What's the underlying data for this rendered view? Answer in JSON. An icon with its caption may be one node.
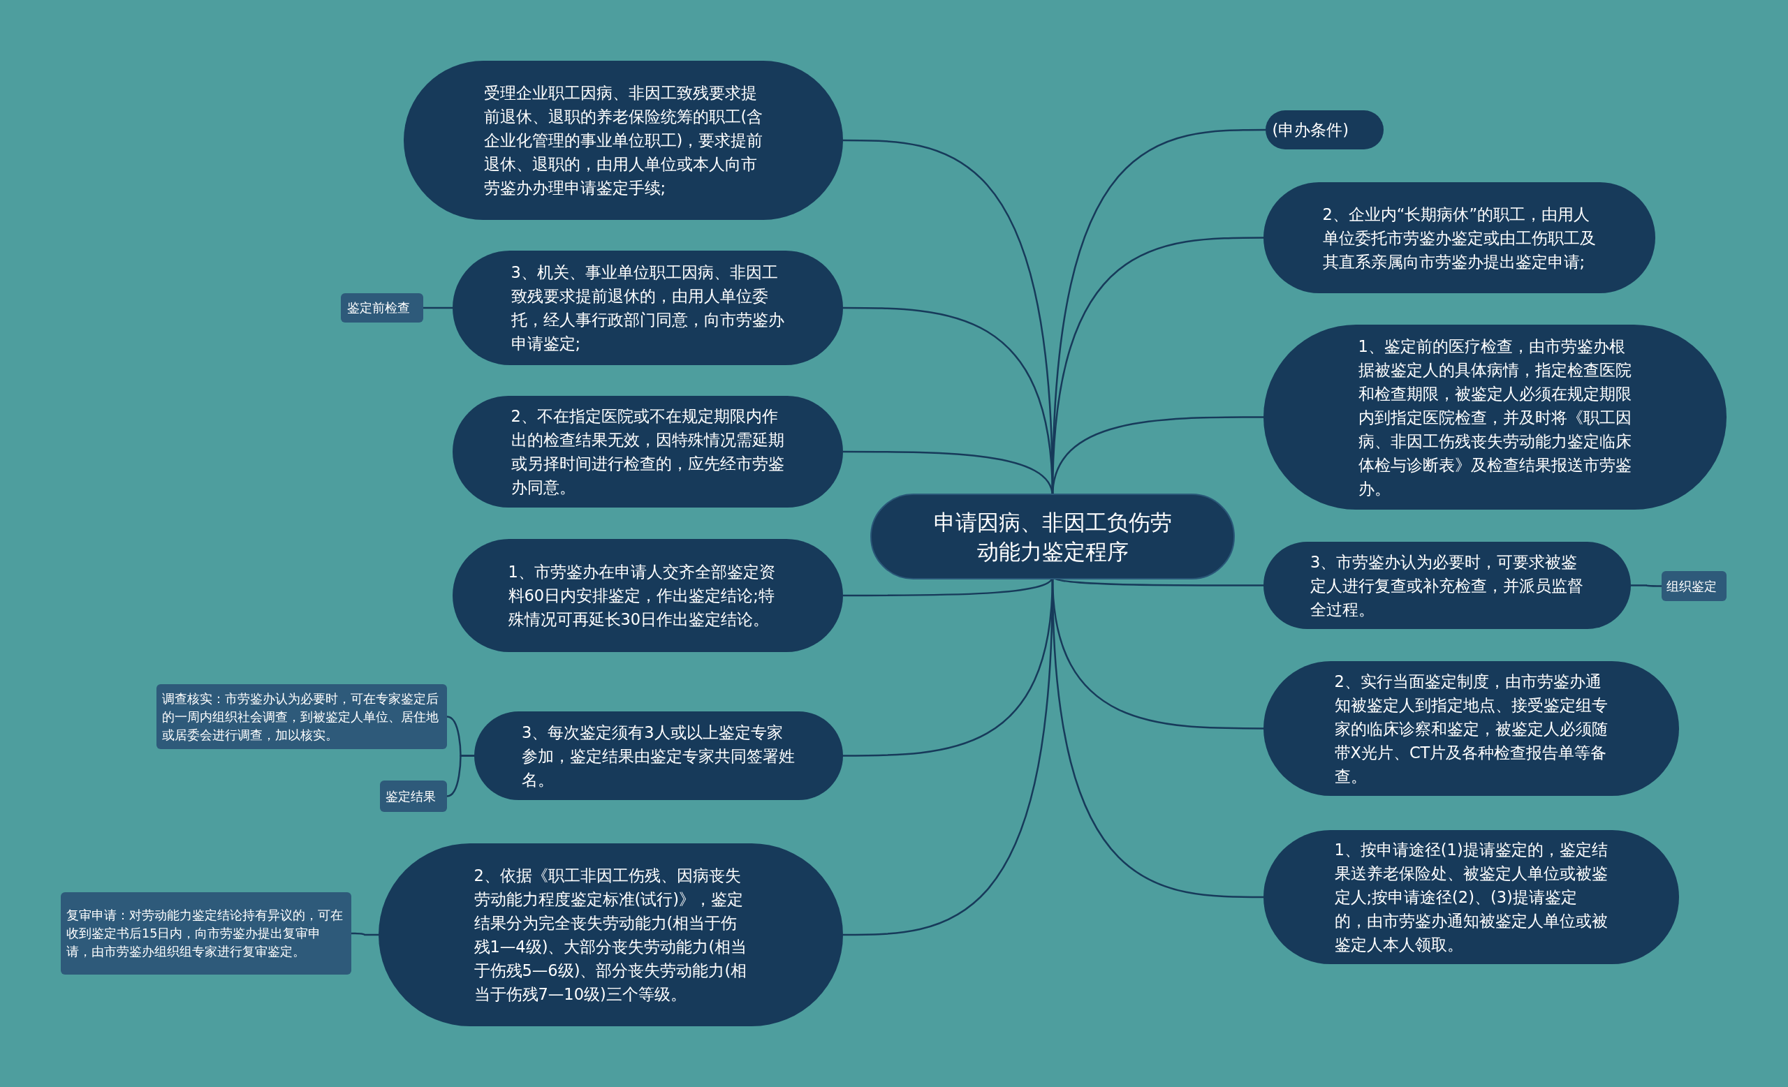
{
  "diagram": {
    "nodes": [
      {
        "text": [
          "申请因病、非因工负伤劳动能力鉴定程序"
        ]
      },
      {
        "text": [
          "受理企业职工因病、非因工致残要求提前退休、退职的养老保险统筹的职工(含企业化管理的事业单位职工)，要求提前退休、退职的，由用人单位或本人向市劳鉴办办理申请鉴定手续;"
        ]
      },
      {
        "text": [
          "3、机关、事业单位职工因病、非因工致残要求提前退休的，由用人单位委托，经人事行政部门同意，向市劳鉴办申请鉴定;"
        ]
      },
      {
        "text": [
          "鉴定前检查"
        ]
      },
      {
        "text": [
          "2、不在指定医院或不在规定期限内作出的检查结果无效，因特殊情况需延期或另择时间进行检查的，应先经市劳鉴办同意。"
        ]
      },
      {
        "text": [
          "1、市劳鉴办在申请人交齐全部鉴定资料60日内安排鉴定，作出鉴定结论;特殊情况可再延长30日作出鉴定结论。"
        ]
      },
      {
        "text": [
          "3、每次鉴定须有3人或以上鉴定专家参加，鉴定结果由鉴定专家共同签署姓名。"
        ]
      },
      {
        "text": [
          "调查核实：市劳鉴办认为必要时，可在专家鉴定后的一周内组织社会调查，到被鉴定人单位、居住地或居委会进行调查，加以核实。"
        ]
      },
      {
        "text": [
          "鉴定结果"
        ]
      },
      {
        "text": [
          "2、依据《职工非因工伤残、因病丧失劳动能力程度鉴定标准(试行)》，鉴定结果分为完全丧失劳动能力(相当于伤残1—4级)、大部分丧失劳动能力(相当于伤残5—6级)、部分丧失劳动能力(相当于伤残7—10级)三个等级。"
        ]
      },
      {
        "text": [
          "复审申请：对劳动能力鉴定结论持有异议的，可在收到鉴定书后15日内，向市劳鉴办提出复审申请，由市劳鉴办组织组专家进行复审鉴定。"
        ]
      },
      {
        "text": [
          "(申办条件)"
        ]
      },
      {
        "text": [
          "2、企业内“长期病休”的职工，由用人单位委托市劳鉴办鉴定或由工伤职工及其直系亲属向市劳鉴办提出鉴定申请;"
        ]
      },
      {
        "text": [
          "1、鉴定前的医疗检查，由市劳鉴办根据被鉴定人的具体病情，指定检查医院和检查期限，被鉴定人必须在规定期限内到指定医院检查，并及时将《职工因病、非因工伤残丧失劳动能力鉴定临床体检与诊断表》及检查结果报送市劳鉴办。"
        ]
      },
      {
        "text": [
          "3、市劳鉴办认为必要时，可要求被鉴定人进行复查或补充检查，并派员监督全过程。"
        ]
      },
      {
        "text": [
          "组织鉴定"
        ]
      },
      {
        "text": [
          "2、实行当面鉴定制度，由市劳鉴办通知被鉴定人到指定地点、接受鉴定组专家的临床诊察和鉴定，被鉴定人必须随带X光片、CT片及各种检查报告单等备查。"
        ]
      },
      {
        "text": [
          "1、按申请途径(1)提请鉴定的，鉴定结果送养老保险处、被鉴定人单位或被鉴定人;按申请途径(2)、(3)提请鉴定的，由市劳鉴办通知被鉴定人单位或被鉴定人本人领取。"
        ]
      }
    ],
    "edges": [
      {
        "from": 0,
        "to": 1,
        "arrow": "none"
      },
      {
        "from": 0,
        "to": 2,
        "arrow": "none"
      },
      {
        "from": 2,
        "to": 3,
        "arrow": "none"
      },
      {
        "from": 0,
        "to": 4,
        "arrow": "none"
      },
      {
        "from": 0,
        "to": 5,
        "arrow": "none"
      },
      {
        "from": 0,
        "to": 6,
        "arrow": "none"
      },
      {
        "from": 6,
        "to": 7,
        "arrow": "none"
      },
      {
        "from": 6,
        "to": 8,
        "arrow": "none"
      },
      {
        "from": 0,
        "to": 9,
        "arrow": "none"
      },
      {
        "from": 9,
        "to": 10,
        "arrow": "none"
      },
      {
        "from": 0,
        "to": 11,
        "arrow": "none"
      },
      {
        "from": 0,
        "to": 12,
        "arrow": "none"
      },
      {
        "from": 0,
        "to": 13,
        "arrow": "none"
      },
      {
        "from": 0,
        "to": 14,
        "arrow": "none"
      },
      {
        "from": 14,
        "to": 15,
        "arrow": "none"
      },
      {
        "from": 0,
        "to": 16,
        "arrow": "none"
      },
      {
        "from": 0,
        "to": 17,
        "arrow": "none"
      }
    ]
  }
}
